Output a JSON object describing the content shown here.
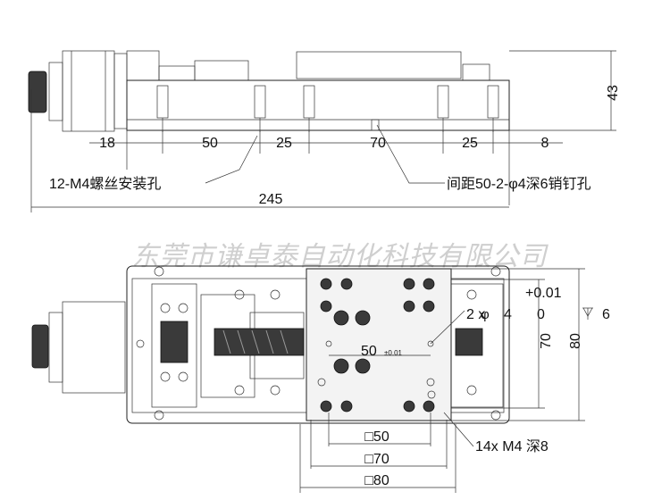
{
  "watermark": "东莞市谦卓泰自动化科技有限公司",
  "side_view": {
    "height_dim": "43",
    "segment_dims": [
      "18",
      "50",
      "25",
      "70",
      "25",
      "8"
    ],
    "total_length": "245",
    "callout_left": "12-M4螺丝安装孔",
    "callout_right": "间距50-2-φ4深6销钉孔"
  },
  "top_view": {
    "tol_plus": "+0.01",
    "tol_zero": "0",
    "pin_spec_count": "2 x",
    "pin_spec_dia": "4",
    "pin_depth": "6",
    "pin_spacing": "50",
    "pin_spacing_tol": "±0.01",
    "dim_70_vertical": "70",
    "dim_80_vertical": "80",
    "square_50": "□50",
    "square_70": "□70",
    "square_80": "□80",
    "thread_callout": "14x  M4 深8"
  },
  "colors": {
    "line": "#222222",
    "watermark": "#cfcfcf",
    "plate_fill": "#f3f3f3"
  }
}
